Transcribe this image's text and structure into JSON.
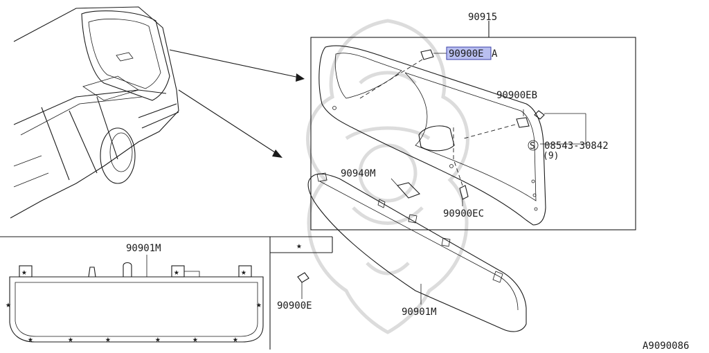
{
  "callouts": {
    "panel_assembly": "90915",
    "clip_ea_prefix": "90900E",
    "clip_ea_suffix": "A",
    "clip_eb": "90900EB",
    "screw_part": "08543-30842",
    "screw_qty": "(9)",
    "handle": "90940M",
    "clip_ec": "90900EC",
    "trim_lower": "90901M",
    "trim_inset": "90901M",
    "clip_e": "90900E",
    "star_symbol": "★"
  },
  "diagram_id": "A9090086",
  "highlight": {
    "part": "90900EA",
    "color": "#b9bff0"
  }
}
